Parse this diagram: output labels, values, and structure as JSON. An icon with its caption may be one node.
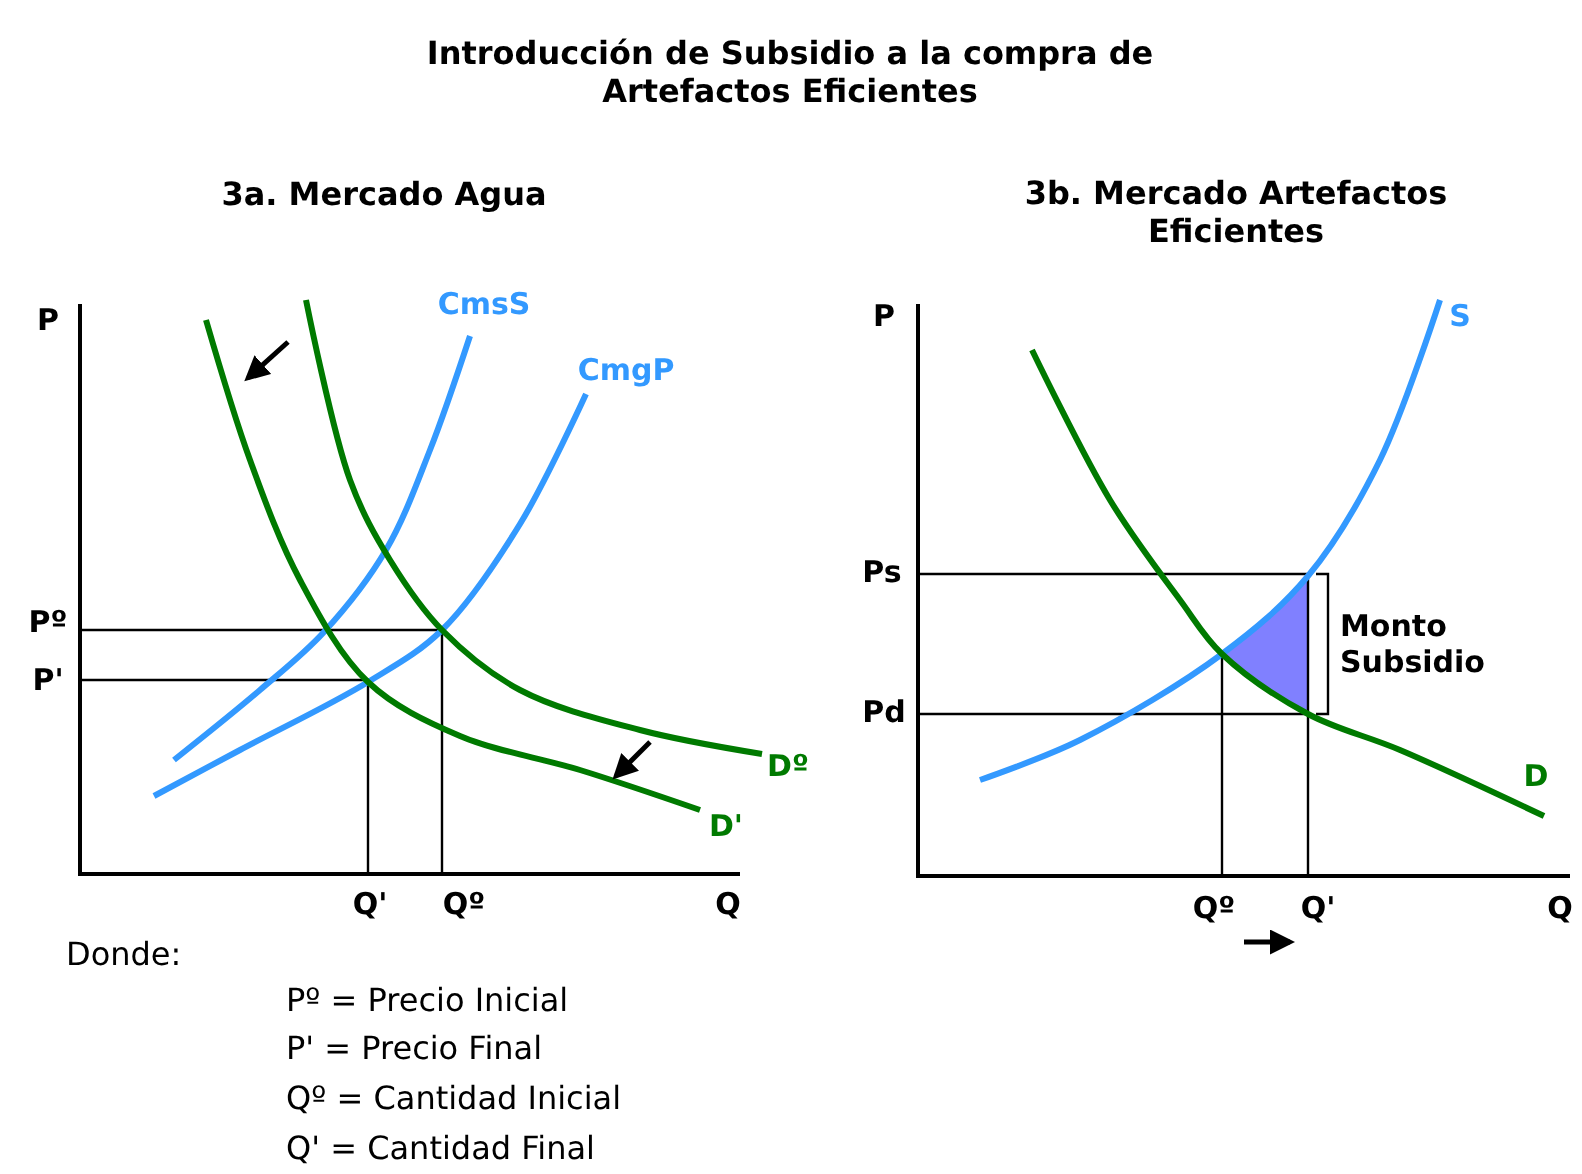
{
  "diagram": {
    "title": "Introducción de Subsidio a la compra de Artefactos Eficientes",
    "labels": [
      "3a. Mercado Agua",
      "3b. Mercado Artefactos Eficientes",
      "P",
      "CmsS",
      "CmgP",
      "P",
      "S",
      "Pº",
      "Ps",
      "Monto Subsidio",
      "P'",
      "Pd",
      "Dº",
      "D'",
      "D",
      "Q'",
      "Qº",
      "Q",
      "Qº",
      "Q'",
      "Q",
      "Donde:",
      "Pº = Precio Inicial",
      "P' = Precio Final",
      "Qº = Cantidad Inicial",
      "Q' = Cantidad Final"
    ]
  }
}
